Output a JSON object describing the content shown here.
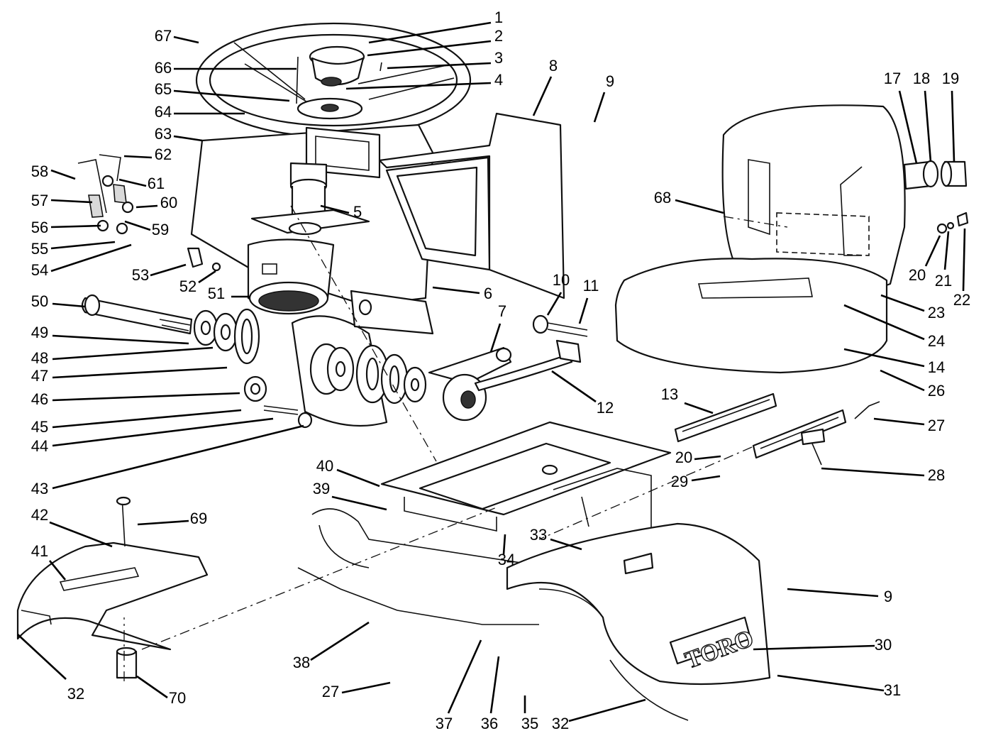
{
  "diagram": {
    "brand_mark": "TORO",
    "callouts": [
      {
        "id": "c1",
        "label": "1"
      },
      {
        "id": "c2",
        "label": "2"
      },
      {
        "id": "c3",
        "label": "3"
      },
      {
        "id": "c4",
        "label": "4"
      },
      {
        "id": "c5",
        "label": "5"
      },
      {
        "id": "c6",
        "label": "6"
      },
      {
        "id": "c7",
        "label": "7"
      },
      {
        "id": "c8",
        "label": "8"
      },
      {
        "id": "c9a",
        "label": "9"
      },
      {
        "id": "c9b",
        "label": "9"
      },
      {
        "id": "c10",
        "label": "10"
      },
      {
        "id": "c11",
        "label": "11"
      },
      {
        "id": "c12",
        "label": "12"
      },
      {
        "id": "c13",
        "label": "13"
      },
      {
        "id": "c14",
        "label": "14"
      },
      {
        "id": "c17",
        "label": "17"
      },
      {
        "id": "c18",
        "label": "18"
      },
      {
        "id": "c19",
        "label": "19"
      },
      {
        "id": "c20a",
        "label": "20"
      },
      {
        "id": "c20b",
        "label": "20"
      },
      {
        "id": "c21",
        "label": "21"
      },
      {
        "id": "c22",
        "label": "22"
      },
      {
        "id": "c23",
        "label": "23"
      },
      {
        "id": "c24",
        "label": "24"
      },
      {
        "id": "c26",
        "label": "26"
      },
      {
        "id": "c27a",
        "label": "27"
      },
      {
        "id": "c27b",
        "label": "27"
      },
      {
        "id": "c28",
        "label": "28"
      },
      {
        "id": "c29",
        "label": "29"
      },
      {
        "id": "c30",
        "label": "30"
      },
      {
        "id": "c31",
        "label": "31"
      },
      {
        "id": "c32a",
        "label": "32"
      },
      {
        "id": "c32b",
        "label": "32"
      },
      {
        "id": "c33",
        "label": "33"
      },
      {
        "id": "c34",
        "label": "34"
      },
      {
        "id": "c35",
        "label": "35"
      },
      {
        "id": "c36",
        "label": "36"
      },
      {
        "id": "c37",
        "label": "37"
      },
      {
        "id": "c38",
        "label": "38"
      },
      {
        "id": "c39",
        "label": "39"
      },
      {
        "id": "c40",
        "label": "40"
      },
      {
        "id": "c41",
        "label": "41"
      },
      {
        "id": "c42",
        "label": "42"
      },
      {
        "id": "c43",
        "label": "43"
      },
      {
        "id": "c44",
        "label": "44"
      },
      {
        "id": "c45",
        "label": "45"
      },
      {
        "id": "c46",
        "label": "46"
      },
      {
        "id": "c47",
        "label": "47"
      },
      {
        "id": "c48",
        "label": "48"
      },
      {
        "id": "c49",
        "label": "49"
      },
      {
        "id": "c50",
        "label": "50"
      },
      {
        "id": "c51",
        "label": "51"
      },
      {
        "id": "c52",
        "label": "52"
      },
      {
        "id": "c53",
        "label": "53"
      },
      {
        "id": "c54",
        "label": "54"
      },
      {
        "id": "c55",
        "label": "55"
      },
      {
        "id": "c56",
        "label": "56"
      },
      {
        "id": "c57",
        "label": "57"
      },
      {
        "id": "c58",
        "label": "58"
      },
      {
        "id": "c59",
        "label": "59"
      },
      {
        "id": "c60",
        "label": "60"
      },
      {
        "id": "c61",
        "label": "61"
      },
      {
        "id": "c62",
        "label": "62"
      },
      {
        "id": "c63",
        "label": "63"
      },
      {
        "id": "c64",
        "label": "64"
      },
      {
        "id": "c65",
        "label": "65"
      },
      {
        "id": "c66",
        "label": "66"
      },
      {
        "id": "c67",
        "label": "67"
      },
      {
        "id": "c68",
        "label": "68"
      },
      {
        "id": "c69",
        "label": "69"
      },
      {
        "id": "c70",
        "label": "70"
      }
    ]
  }
}
